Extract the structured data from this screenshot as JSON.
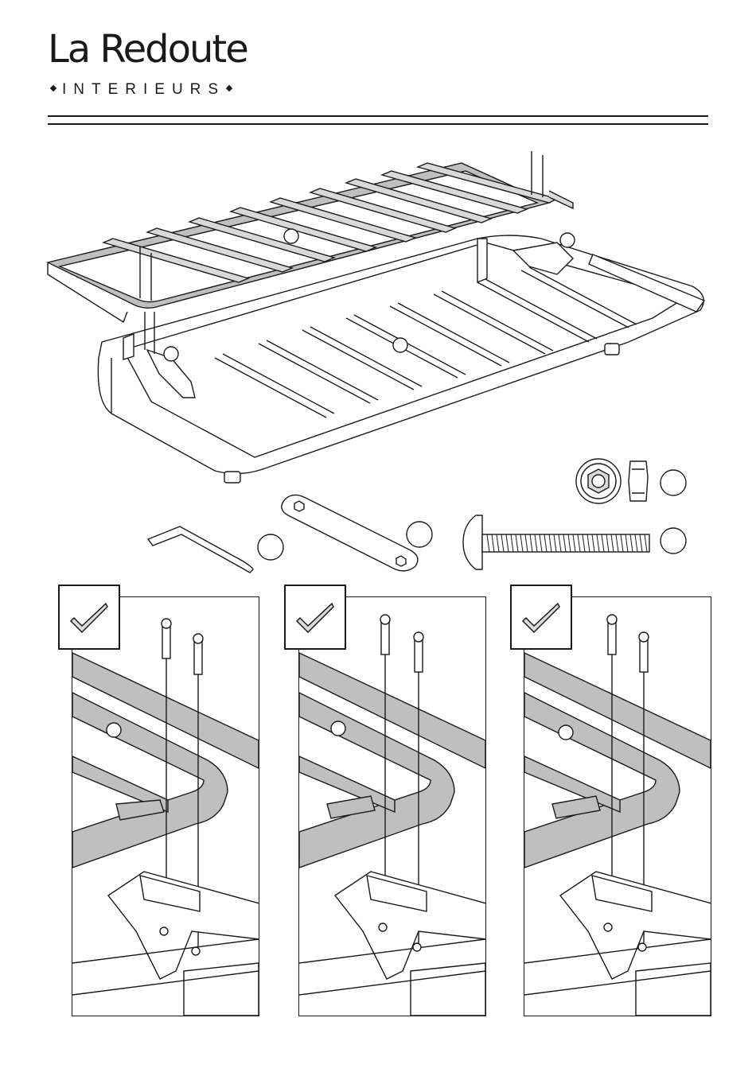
{
  "header": {
    "brand_name": "La Redoute",
    "brand_sub": "INTERIEURS"
  },
  "steps": [
    {
      "status": "checked"
    },
    {
      "status": "checked"
    },
    {
      "status": "checked"
    }
  ],
  "colors": {
    "line": "#1a1a1a",
    "paper": "#ffffff",
    "slat_fill": "#d9d9d9",
    "frame_fill": "#bfbfbf"
  }
}
